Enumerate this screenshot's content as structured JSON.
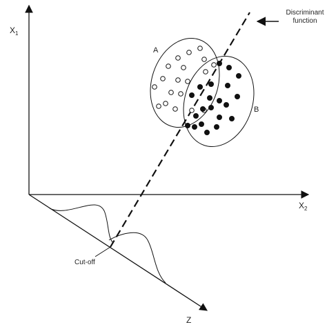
{
  "axes": {
    "x1_base": "X",
    "x1_sub": "1",
    "x2_base": "X",
    "x2_sub": "2",
    "z": "Z"
  },
  "groups": {
    "a_label": "A",
    "b_label": "B"
  },
  "annotations": {
    "discriminant_line1": "Discriminant",
    "discriminant_line2": "function",
    "cutoff": "Cut-off"
  },
  "colors": {
    "ink": "#111111",
    "group_a_fill": "#ffffff",
    "group_b_fill": "#111111"
  }
}
